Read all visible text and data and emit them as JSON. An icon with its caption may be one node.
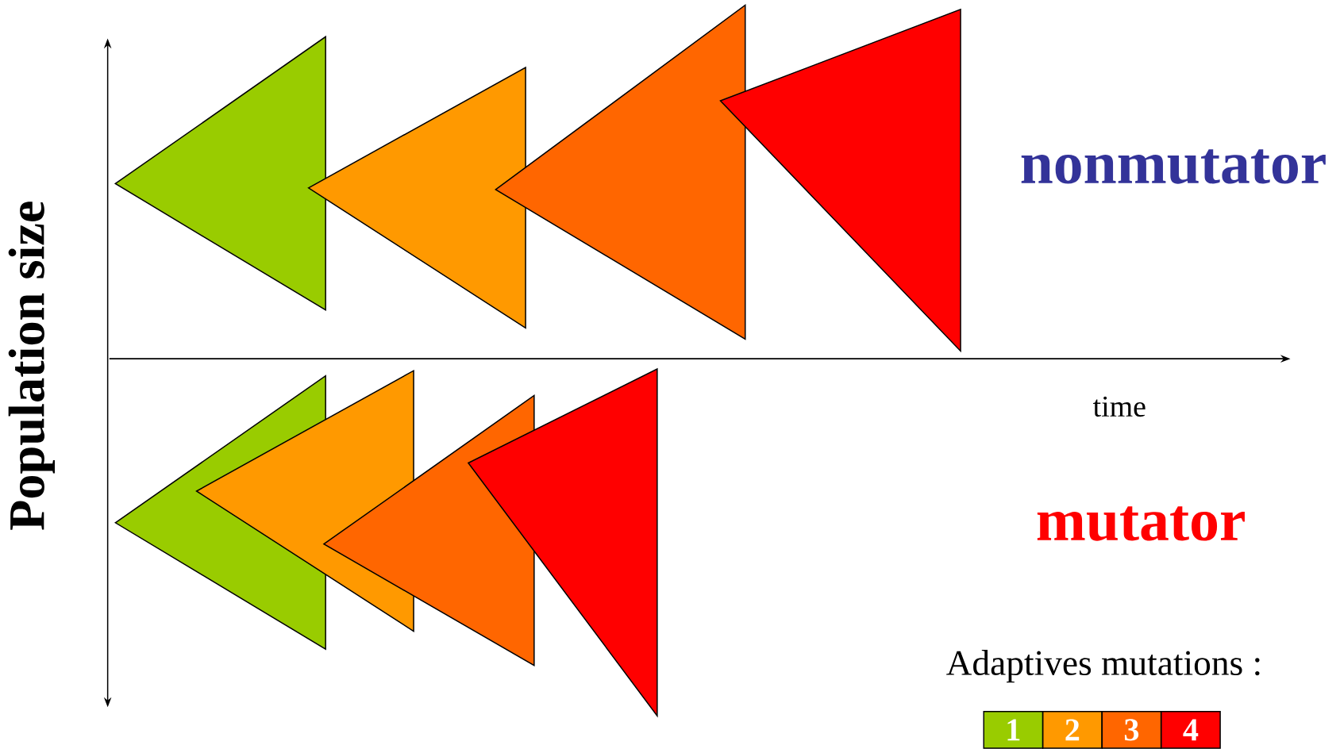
{
  "diagram": {
    "labels": [
      "nonmutator",
      "Population size",
      "time",
      "mutator",
      "Adaptives mutations :"
    ],
    "legend": [
      {
        "text": "1",
        "color": "#99cc00"
      },
      {
        "text": "2",
        "color": "#ff9900"
      },
      {
        "text": "3",
        "color": "#ff6600"
      },
      {
        "text": "4",
        "color": "#ff0000"
      }
    ]
  }
}
